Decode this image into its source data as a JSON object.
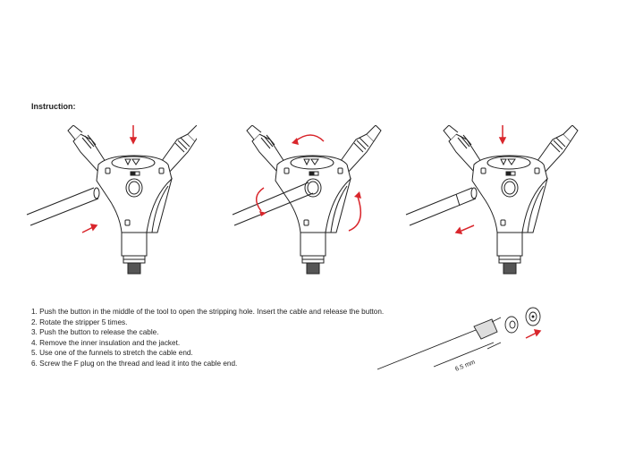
{
  "document": {
    "title": "Instruction:",
    "steps": [
      "1. Push the button in the middle of the tool to open the stripping hole. Insert the cable and release the button.",
      "2. Rotate the stripper 5 times.",
      "3. Push the button to release the cable.",
      "4. Remove the inner insulation and the jacket.",
      "5. Use one of the funnels to stretch the cable end.",
      "6. Screw the F plug on the thread and lead it into the cable end."
    ],
    "figures": [
      {
        "name": "step-insert-cable",
        "arrows": [
          "push-down",
          "cable-in"
        ]
      },
      {
        "name": "step-rotate",
        "arrows": [
          "rotate-top",
          "rotate-left",
          "rotate-right"
        ]
      },
      {
        "name": "step-release",
        "arrows": [
          "push-down",
          "cable-out"
        ]
      },
      {
        "name": "f-plug-assembly",
        "dimension_label": "6.5 mm"
      }
    ],
    "accent_color": "#d9262c"
  }
}
